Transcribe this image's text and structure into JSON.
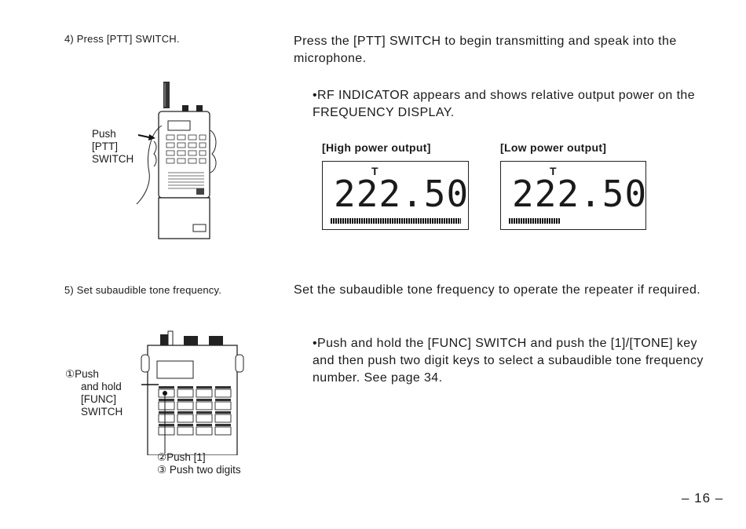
{
  "step4": {
    "caption": "4)  Press [PTT] SWITCH.",
    "number": "4)",
    "text": "Press the [PTT] SWITCH to begin transmitting and speak into the microphone.",
    "bullet": "•RF INDICATOR appears and shows relative output power on the FREQUENCY DISPLAY.",
    "figure_label": [
      "Push",
      "[PTT]",
      "SWITCH"
    ]
  },
  "displays": {
    "high": {
      "title": "[High power output]",
      "indicator": "T",
      "digits": "222.50"
    },
    "low": {
      "title": "[Low power output]",
      "indicator": "T",
      "digits": "222.50"
    },
    "high_level": 1.0,
    "low_level": 0.4
  },
  "step5": {
    "caption": "5)  Set subaudible tone frequency.",
    "number": "5)",
    "text": "Set the subaudible tone frequency to operate the repeater if required.",
    "bullet": "•Push and hold the [FUNC] SWITCH and push the [1]/[TONE] key and then push two digit keys to select a subaudible tone frequency number. See page 34.",
    "figure_label": [
      "①Push",
      "and hold",
      "[FUNC]",
      "SWITCH"
    ],
    "figure_sub": [
      "②Push [1]",
      "③ Push two digits"
    ]
  },
  "page_number": "– 16 –"
}
